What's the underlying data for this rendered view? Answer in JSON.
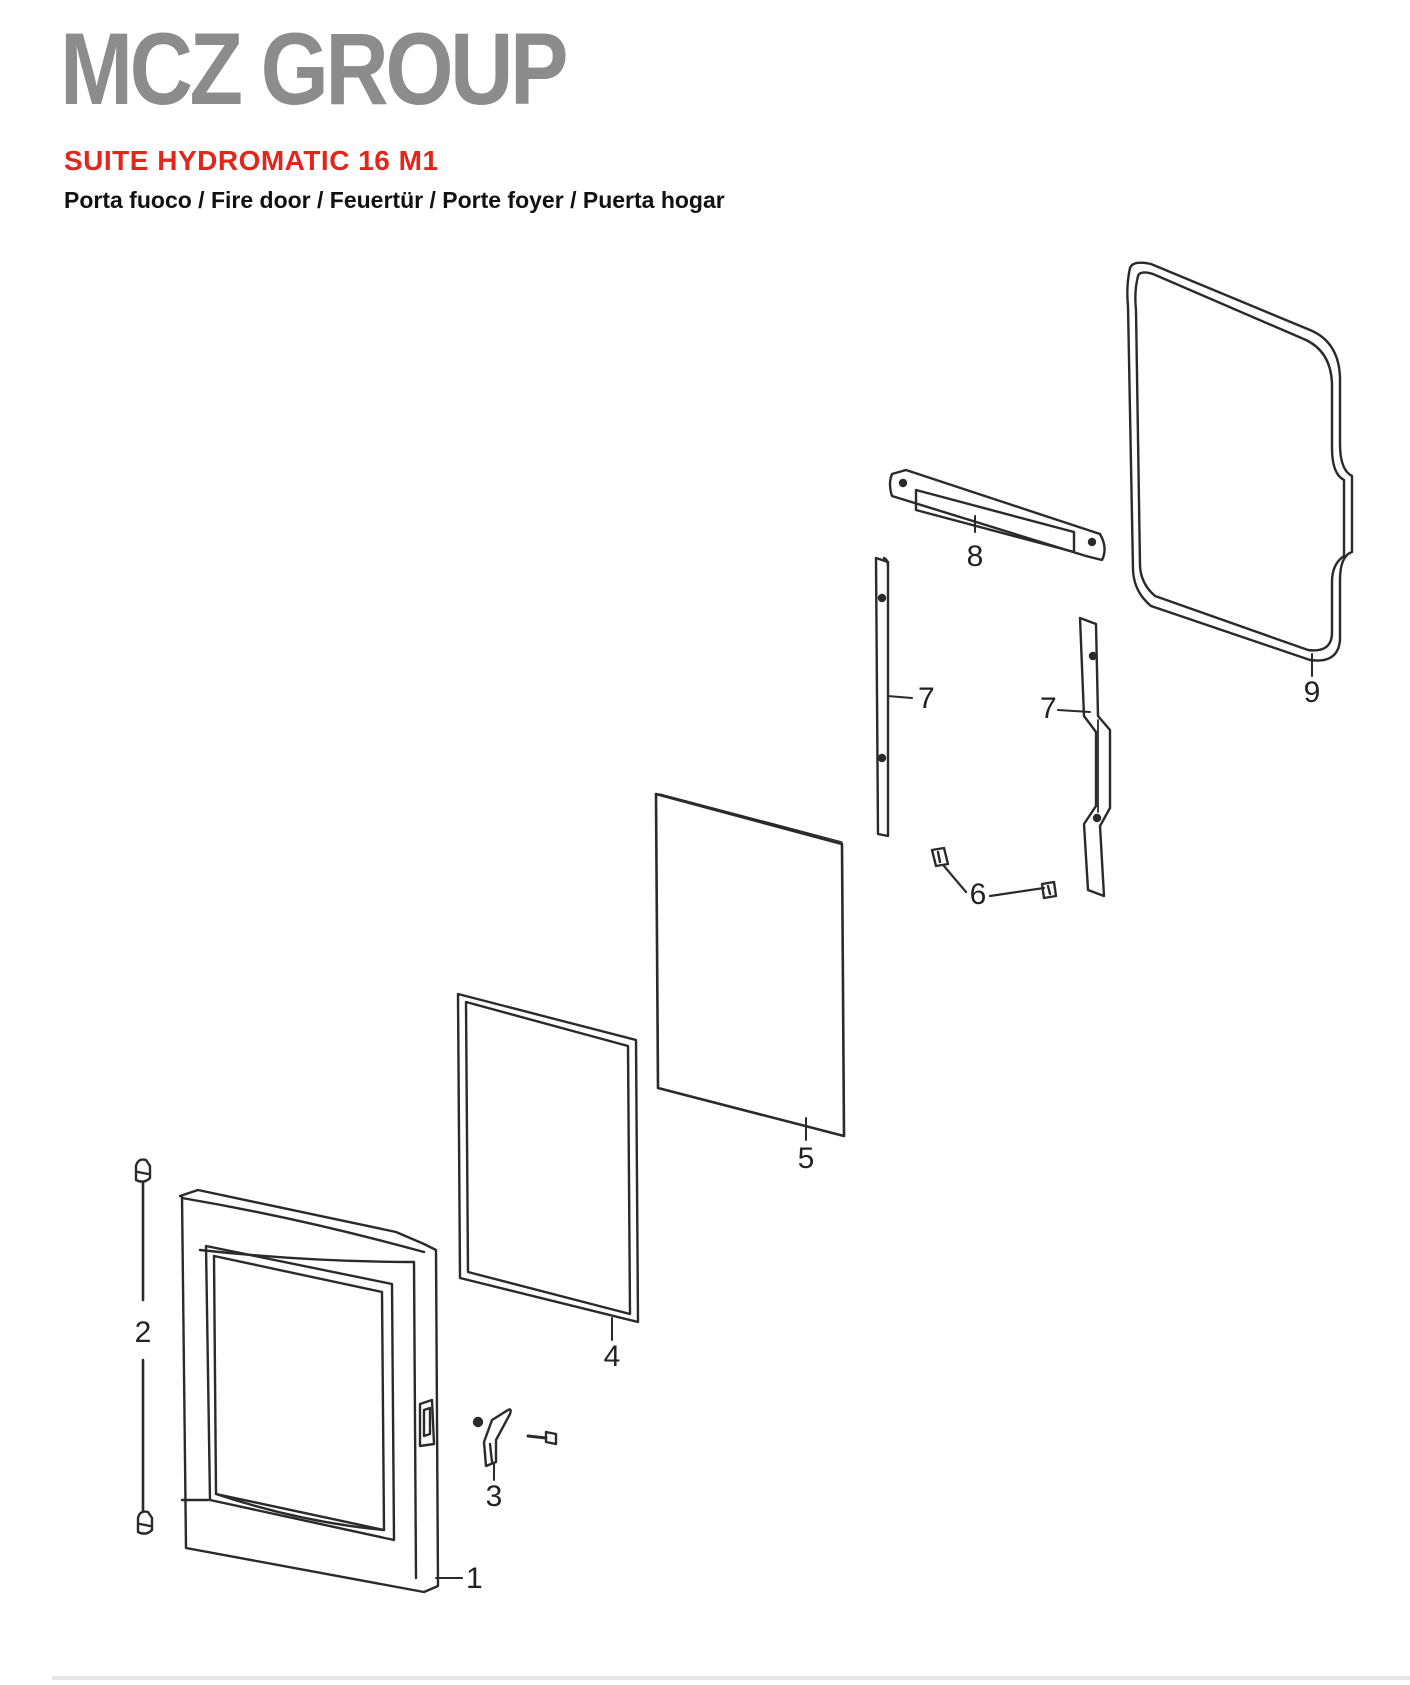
{
  "header": {
    "brand": "MCZ GROUP",
    "model": "SUITE HYDROMATIC 16 M1",
    "subtitle": "Porta fuoco / Fire door / Feuertür / Porte foyer / Puerta hogar"
  },
  "parts": [
    {
      "id": "part-1",
      "label": "1"
    },
    {
      "id": "part-2",
      "label": "2"
    },
    {
      "id": "part-3",
      "label": "3"
    },
    {
      "id": "part-4",
      "label": "4"
    },
    {
      "id": "part-5",
      "label": "5"
    },
    {
      "id": "part-6",
      "label": "6"
    },
    {
      "id": "part-7-left",
      "label": "7"
    },
    {
      "id": "part-7-right",
      "label": "7"
    },
    {
      "id": "part-8",
      "label": "8"
    },
    {
      "id": "part-9",
      "label": "9"
    }
  ],
  "colors": {
    "brand": "#8c8c8c",
    "model": "#e1261c",
    "line": "#2a2a2a"
  }
}
